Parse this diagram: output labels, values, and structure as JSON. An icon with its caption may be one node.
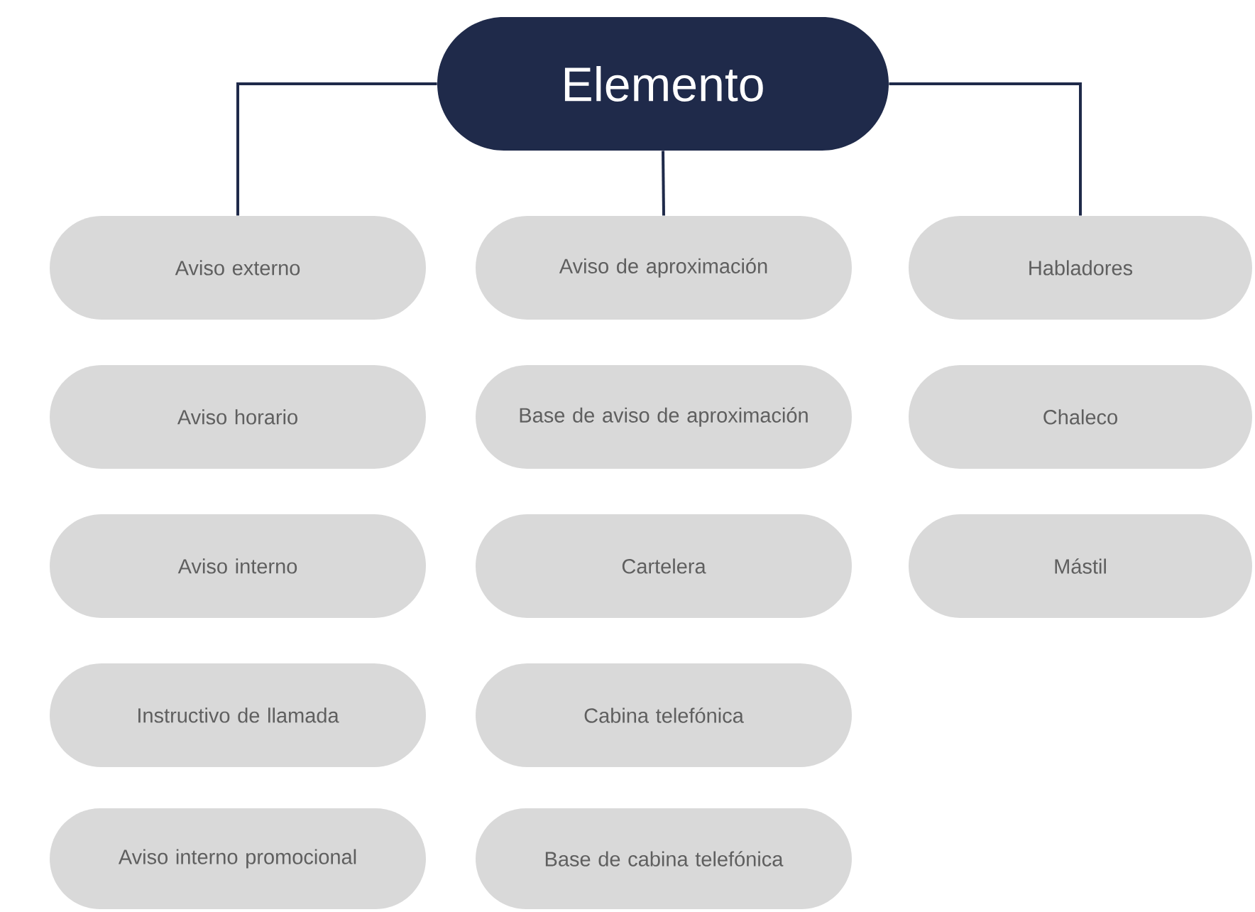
{
  "diagram": {
    "nodes": [
      {
        "text": [
          "Elemento"
        ]
      },
      {
        "text": [
          "Aviso externo"
        ]
      },
      {
        "text": [
          "Aviso horario"
        ]
      },
      {
        "text": [
          "Aviso interno"
        ]
      },
      {
        "text": [
          "Instructivo de llamada"
        ]
      },
      {
        "text": [
          "Aviso interno promocional"
        ]
      },
      {
        "text": [
          "Aviso de aproximación"
        ]
      },
      {
        "text": [
          "Base de aviso de aproximación"
        ]
      },
      {
        "text": [
          "Cartelera"
        ]
      },
      {
        "text": [
          "Cabina telefónica"
        ]
      },
      {
        "text": [
          "Base de cabina telefónica"
        ]
      },
      {
        "text": [
          "Habladores"
        ]
      },
      {
        "text": [
          "Chaleco"
        ]
      },
      {
        "text": [
          "Mástil"
        ]
      }
    ],
    "edges": [
      {
        "from": 0,
        "to": 1,
        "arrow": "none"
      },
      {
        "from": 0,
        "to": 6,
        "arrow": "none"
      },
      {
        "from": 0,
        "to": 11,
        "arrow": "none"
      }
    ]
  }
}
